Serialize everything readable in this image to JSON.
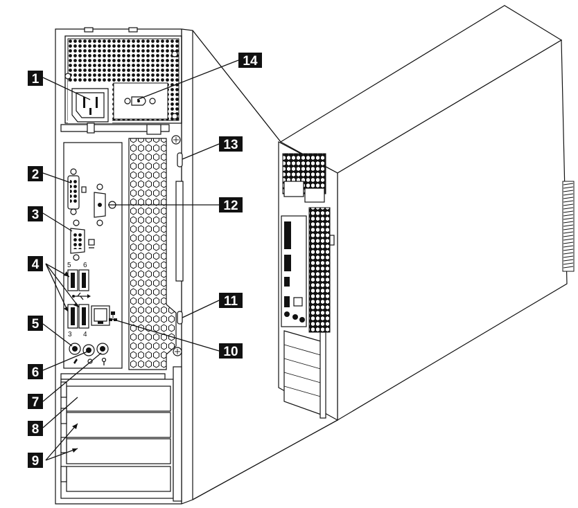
{
  "callouts": [
    {
      "id": "1",
      "text": "1"
    },
    {
      "id": "2",
      "text": "2"
    },
    {
      "id": "3",
      "text": "3"
    },
    {
      "id": "4",
      "text": "4"
    },
    {
      "id": "5",
      "text": "5"
    },
    {
      "id": "6",
      "text": "6"
    },
    {
      "id": "7",
      "text": "7"
    },
    {
      "id": "8",
      "text": "8"
    },
    {
      "id": "9",
      "text": "9"
    },
    {
      "id": "10",
      "text": "10"
    },
    {
      "id": "11",
      "text": "11"
    },
    {
      "id": "12",
      "text": "12"
    },
    {
      "id": "13",
      "text": "13"
    },
    {
      "id": "14",
      "text": "14"
    }
  ],
  "usb_port_numbers": [
    "5",
    "6",
    "3",
    "4"
  ],
  "colors": {
    "line": "#111111",
    "label_bg": "#111111",
    "label_text": "#ffffff",
    "background": "#ffffff"
  },
  "icons": [
    "power-connector-icon",
    "dvi-port-icon",
    "vga-port-icon",
    "usb-port-icon",
    "ethernet-port-icon",
    "audio-jack-icon",
    "serial-port-icon",
    "security-lock-slot-icon",
    "padlock-loop-icon",
    "pci-slot-icon",
    "vent-grille-icon"
  ]
}
